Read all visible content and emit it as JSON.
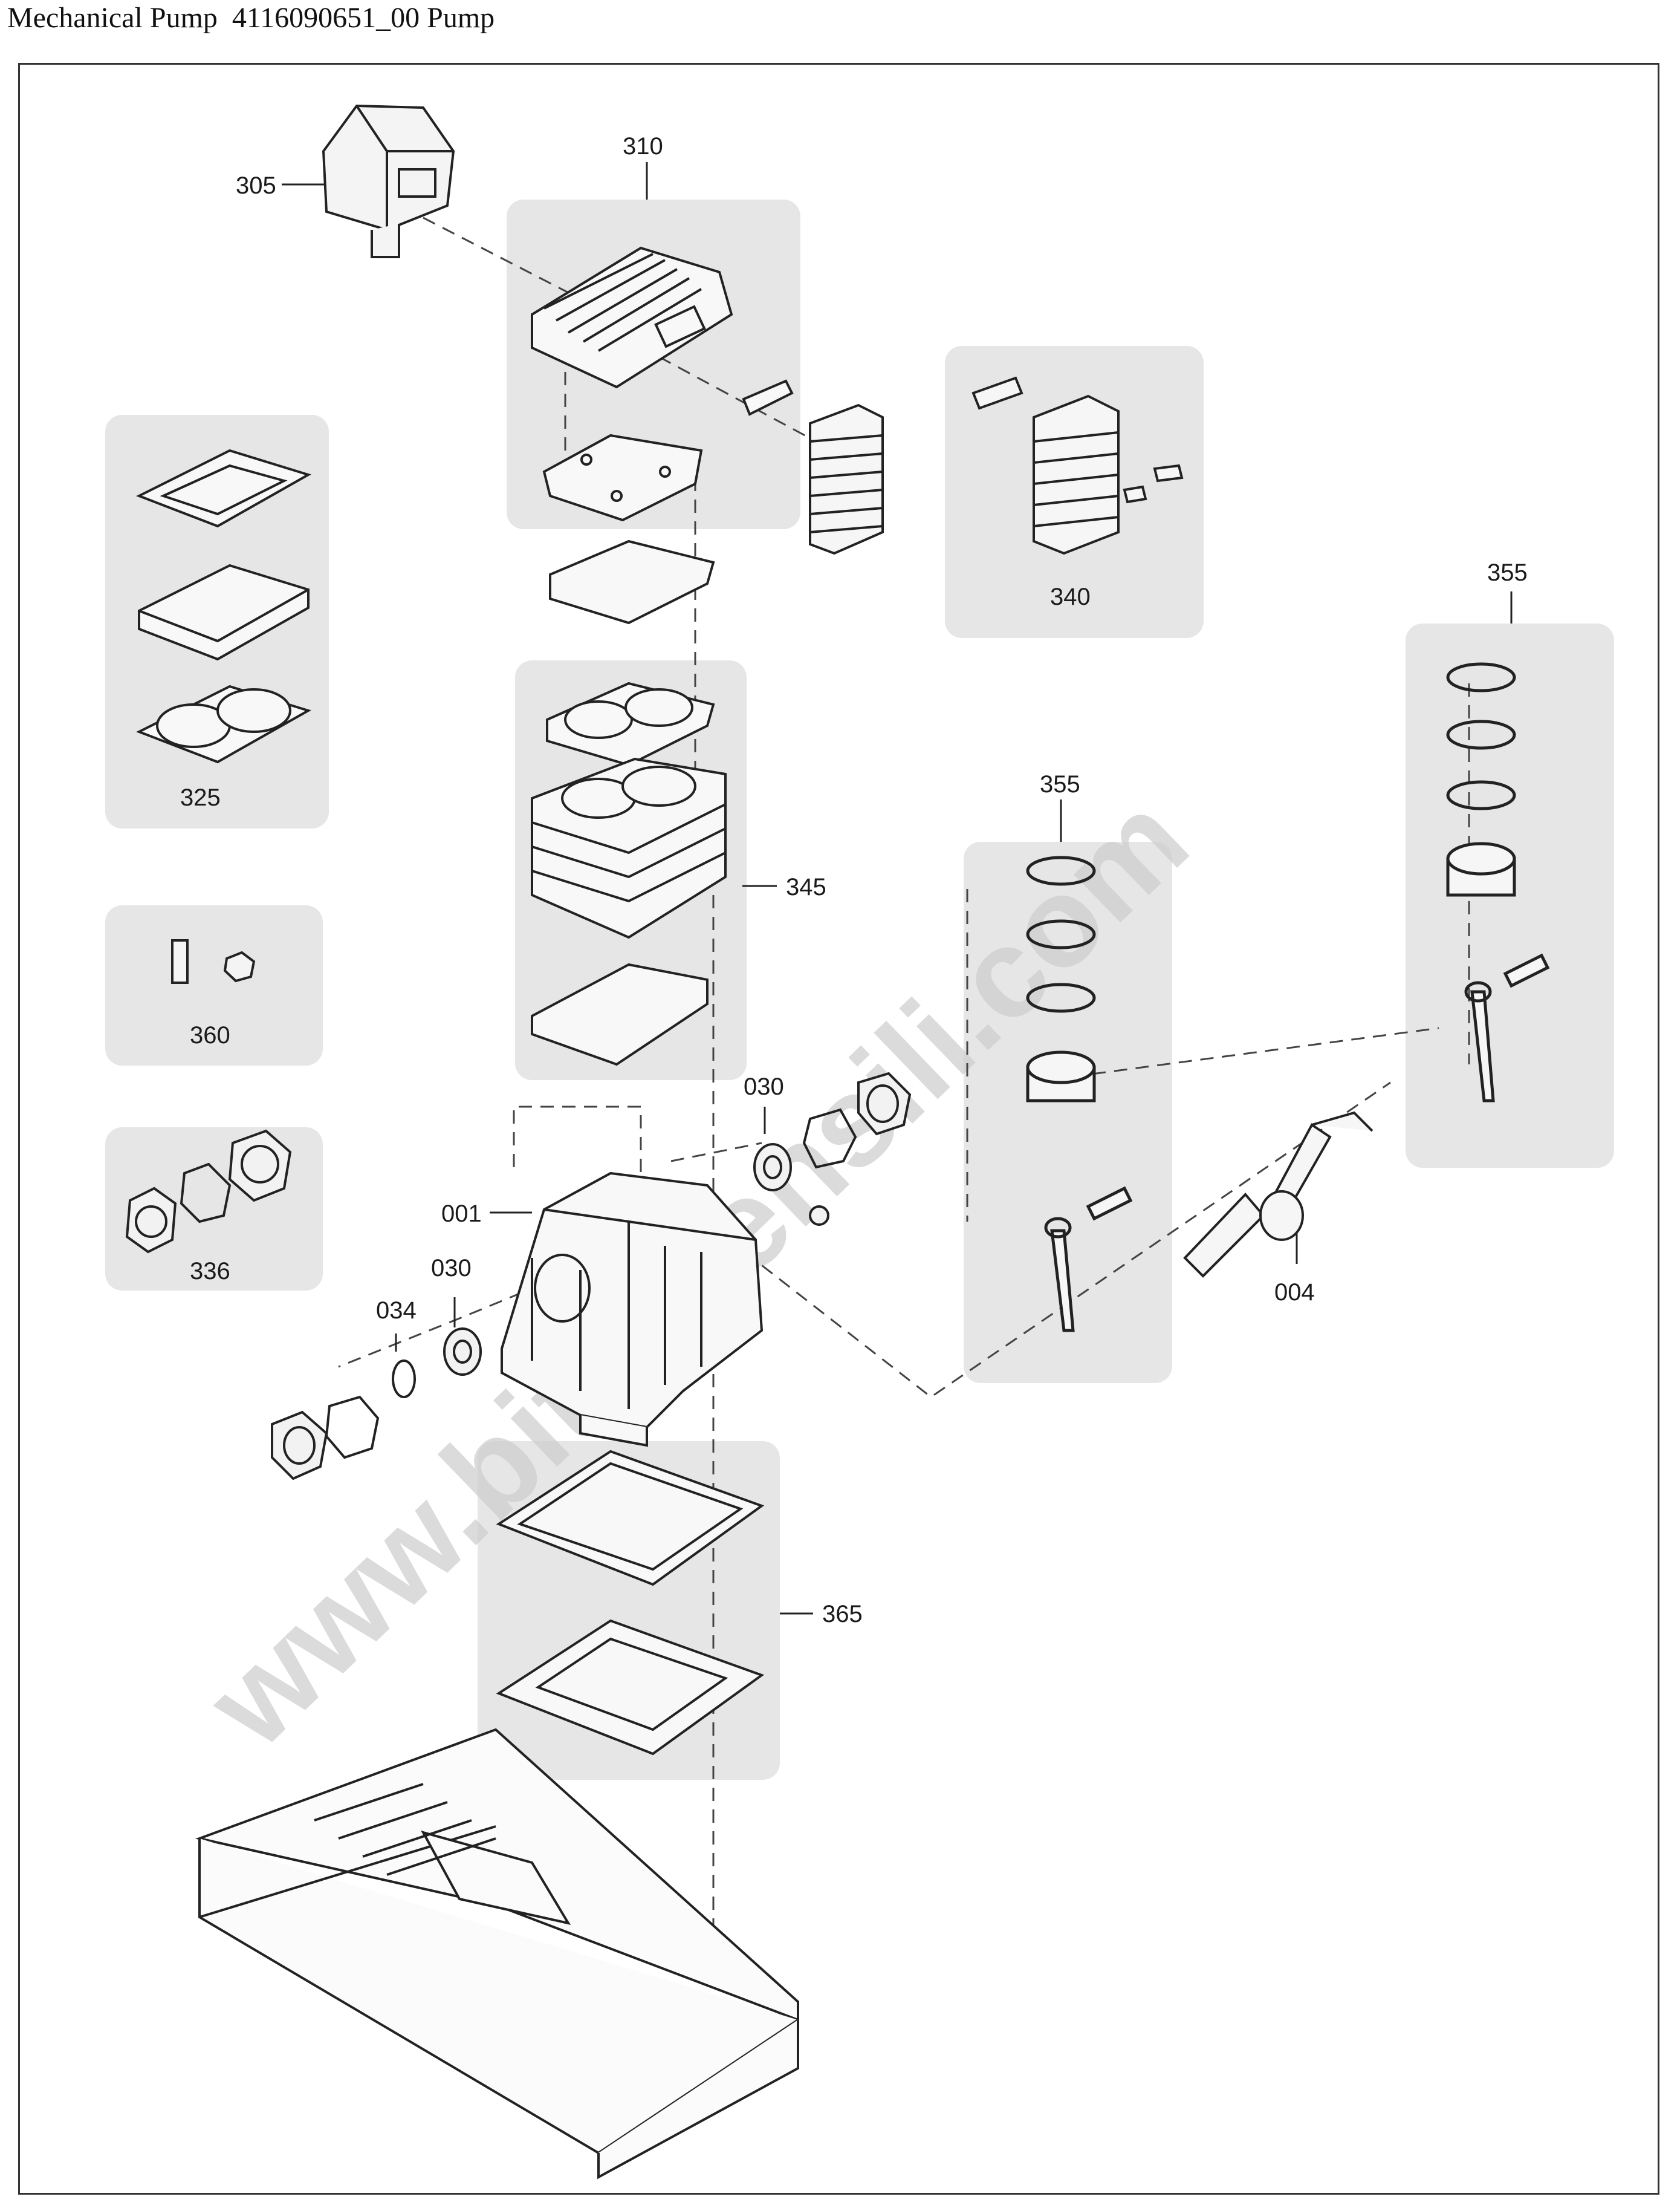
{
  "header": {
    "title": "Mechanical Pump  4116090651_00 Pump"
  },
  "watermark": {
    "text": "www.bituutensili.com"
  },
  "labels": {
    "p305": "305",
    "p310": "310",
    "p340": "340",
    "p355a": "355",
    "p355b": "355",
    "p325": "325",
    "p345": "345",
    "p360": "360",
    "p336": "336",
    "p030a": "030",
    "p030b": "030",
    "p034": "034",
    "p001": "001",
    "p004": "004",
    "p365": "365"
  },
  "colors": {
    "panel": "#e6e6e6",
    "line": "#222222",
    "watermark": "#cfcfcf"
  }
}
